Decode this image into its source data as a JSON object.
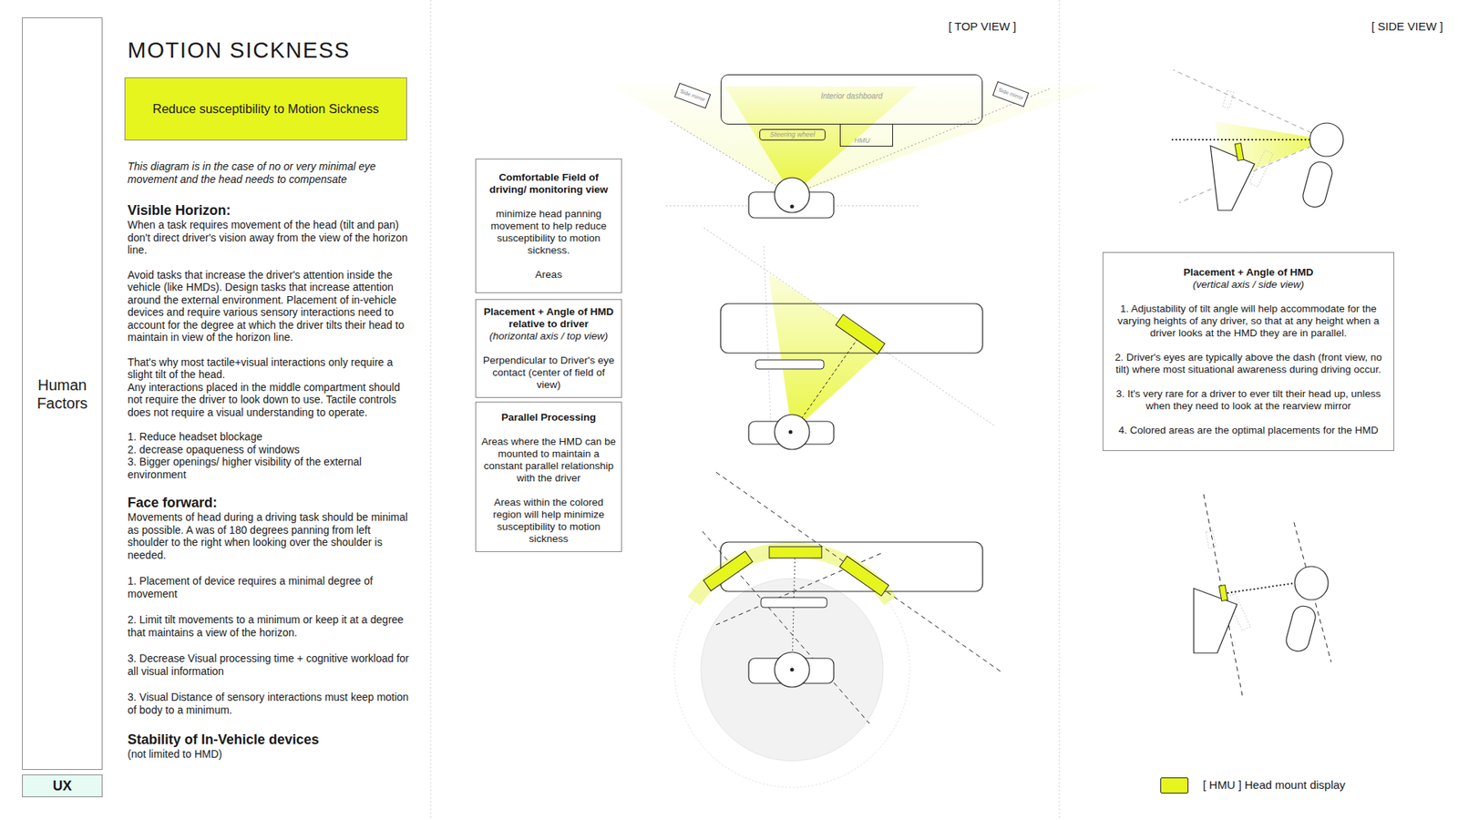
{
  "diagram": {
    "title": "MOTION SICKNESS",
    "nodes": [
      {
        "text": [
          "Human Factors"
        ]
      },
      {
        "text": [
          "UX"
        ]
      },
      {
        "text": [
          "Reduce susceptibility to Motion Sickness"
        ]
      },
      {
        "text": [
          "Comfortable Field of driving/ monitoring view",
          "minimize head panning movement to help reduce susceptibility to motion sickness.",
          "Areas"
        ]
      },
      {
        "text": [
          "Placement + Angle of HMD relative to driver",
          "(horizontal axis / top view)",
          "Perpendicular to Driver's eye contact (center of field of view)"
        ]
      },
      {
        "text": [
          "Parallel Processing",
          "Areas where the HMD can be mounted to maintain a constant parallel relationship with the driver",
          "Areas within the colored region will help minimize susceptibility to motion sickness"
        ]
      },
      {
        "text": [
          "Placement + Angle of HMD",
          "(vertical axis / side view)",
          "1. Adjustability of tilt angle will help accommodate for the varying heights of any driver, so that at any height when a driver looks at the HMD they are in parallel.",
          "2. Driver's eyes are typically above the dash (front view, no tilt) where most situational awareness during driving occur.",
          "3. It's very rare for a driver to ever tilt their head up, unless when they need to look at the rearview mirror",
          "4. Colored areas are the optimal placements for the HMD"
        ]
      },
      {
        "text": [
          "Side mirror"
        ]
      },
      {
        "text": [
          "Interior dashboard"
        ]
      },
      {
        "text": [
          "Side mirror"
        ]
      },
      {
        "text": [
          "Steering wheel"
        ]
      },
      {
        "text": [
          "HMU"
        ]
      }
    ],
    "labels": [
      "This diagram is in the case of no or very minimal eye movement and the head needs to compensate",
      "Visible Horizon:",
      "When a task requires movement of the head (tilt and pan) don't direct driver's vision away from the view of the horizon line.",
      "Avoid tasks that increase the driver's attention inside the vehicle (like HMDs). Design tasks that increase attention around the external environment. Placement of in-vehicle devices and require various sensory interactions need to account for the degree at which the driver tilts their head to maintain in view of the horizon line.",
      "That's why most tactile+visual interactions only require a slight tilt of the head.",
      "Any interactions placed in the middle compartment should not require the driver to look down to use. Tactile controls does not require a visual understanding to operate.",
      "1. Reduce headset blockage",
      "2. decrease opaqueness of windows",
      "3. Bigger openings/ higher visibility of the external environment",
      "Face forward:",
      "Movements of head during a driving task should be minimal as possible. A was of 180 degrees panning from left shoulder to the right when looking over the shoulder is needed.",
      "1. Placement of device requires a minimal degree of movement",
      "2. Limit tilt movements to a minimum or keep it at a degree that maintains a view of the horizon.",
      "3. Decrease Visual processing time + cognitive workload for all visual information",
      "3. Visual Distance of sensory interactions must keep motion of body to a minimum.",
      "Stability of In-Vehicle devices",
      "(not limited to HMD)",
      "[ TOP VIEW ]",
      "[ SIDE VIEW ]"
    ],
    "legend": [
      {
        "text": "[ HMU ] Head mount display",
        "color": "#e6f51e"
      }
    ]
  }
}
